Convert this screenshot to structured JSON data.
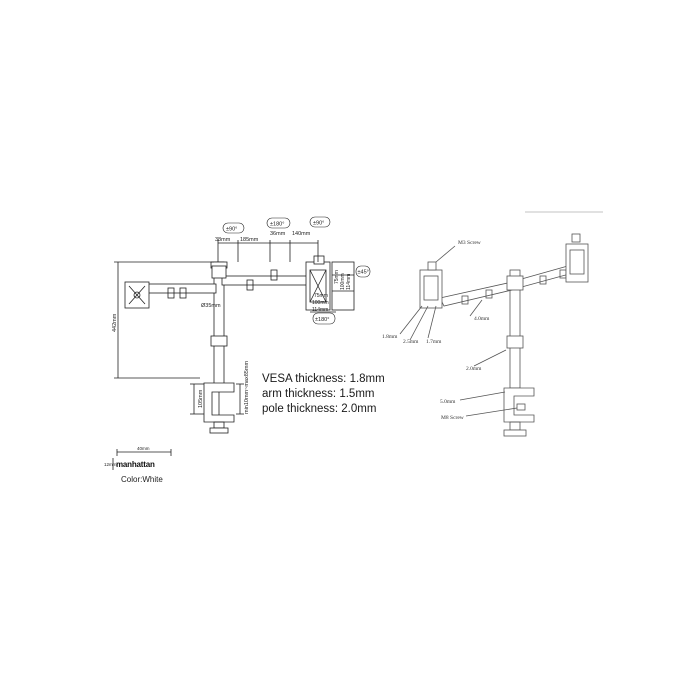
{
  "dimensions": {
    "rot_left": "±90°",
    "rot_mid": "±180°",
    "rot_right": "±90°",
    "seg_38": "38mm",
    "seg_185": "185mm",
    "seg_36": "36mm",
    "seg_140": "140mm",
    "pole_dia": "Ø35mm",
    "height_442": "442mm",
    "clamp_105": "105mm",
    "clamp_range": "min10mm~max85mm",
    "base_40": "40mm",
    "base_12": "12mm",
    "tilt_45": "±45°",
    "swivel_180": "±180°",
    "vesa_75": "75mm",
    "vesa_100": "100mm",
    "vesa_114": "114mm"
  },
  "specs": {
    "vesa": "VESA thickness: 1.8mm",
    "arm": "arm thickness: 1.5mm",
    "pole": "pole thickness: 2.0mm"
  },
  "brand": {
    "logo": "manhattan",
    "color_label": "Color:White"
  },
  "callouts": {
    "m3_screw": "M3 Screw",
    "t_1_8": "1.8mm",
    "t_2_5": "2.5mm",
    "t_1_7": "1.7mm",
    "t_4_0": "4.0mm",
    "t_2_0": "2.0mm",
    "t_5_0": "5.0mm",
    "m8_screw": "M8 Screw"
  }
}
